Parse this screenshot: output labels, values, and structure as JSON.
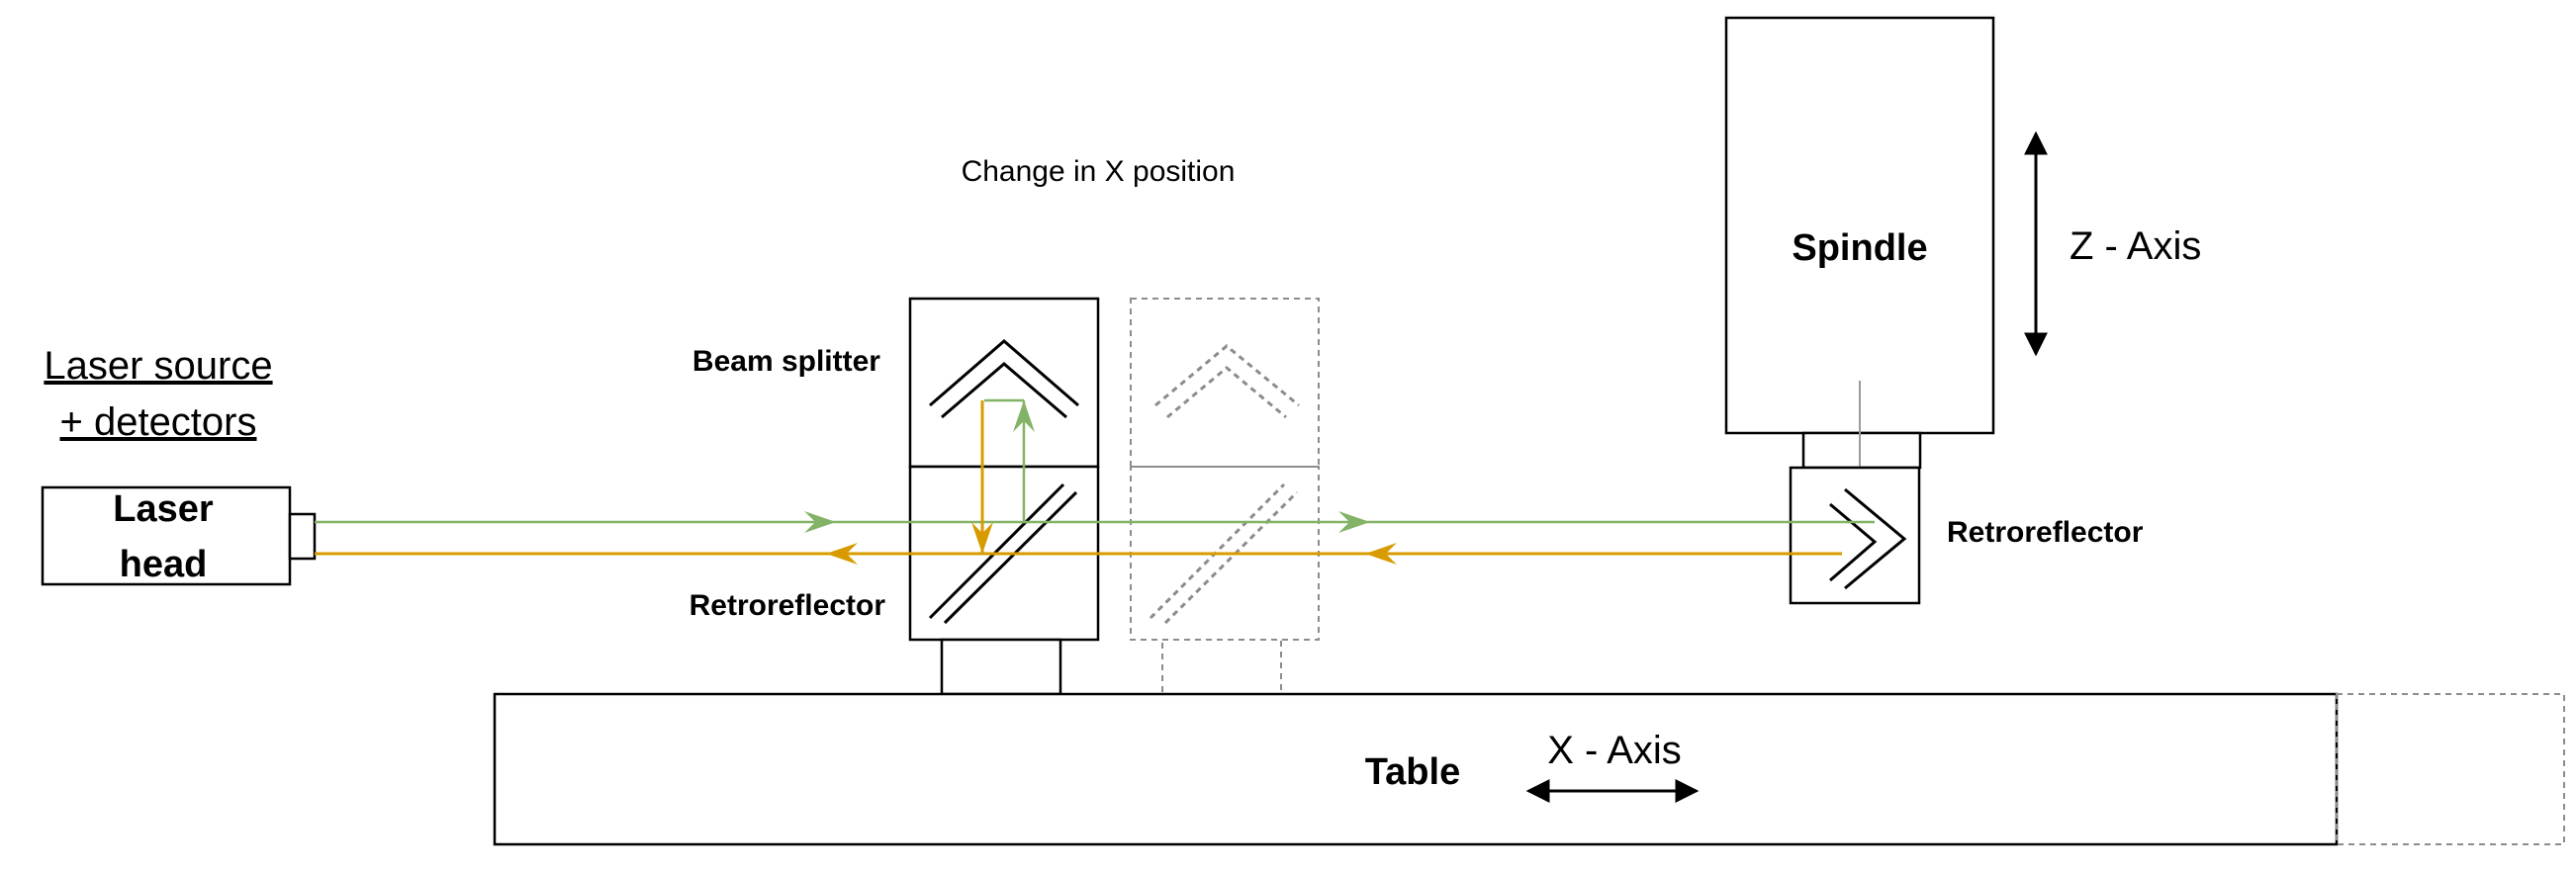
{
  "labels": {
    "laser_source_line1": "Laser source",
    "laser_source_line2": "+ detectors",
    "laser_head_line1": "Laser",
    "laser_head_line2": "head",
    "change_in_x": "Change in X position",
    "beam_splitter": "Beam splitter",
    "retroreflector_left": "Retroreflector",
    "retroreflector_right": "Retroreflector",
    "spindle": "Spindle",
    "z_axis": "Z - Axis",
    "x_axis": "X - Axis",
    "table": "Table"
  },
  "colors": {
    "outgoing_beam": "#82b366",
    "return_beam": "#d79b00",
    "outline": "#000000",
    "ghost_outline": "#8c8c8c"
  }
}
